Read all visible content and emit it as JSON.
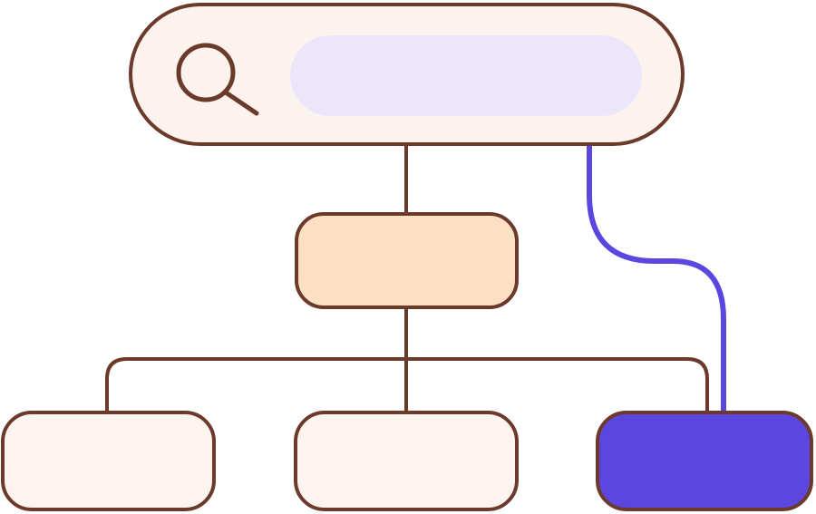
{
  "search": {
    "placeholder": ""
  },
  "icons": {
    "search": "search-icon"
  },
  "colors": {
    "outline": "#6b3a2a",
    "search_bar_fill": "#fcf2ee",
    "search_field_fill": "#ece6fb",
    "parent_node_fill": "#fde0c4",
    "child_node_fill": "#fdf3ef",
    "selected_node_fill": "#5b47e0",
    "highlight_path": "#5b47e0"
  },
  "tree": {
    "levels": 3,
    "child_count": 3,
    "selected_child_index": 2
  }
}
